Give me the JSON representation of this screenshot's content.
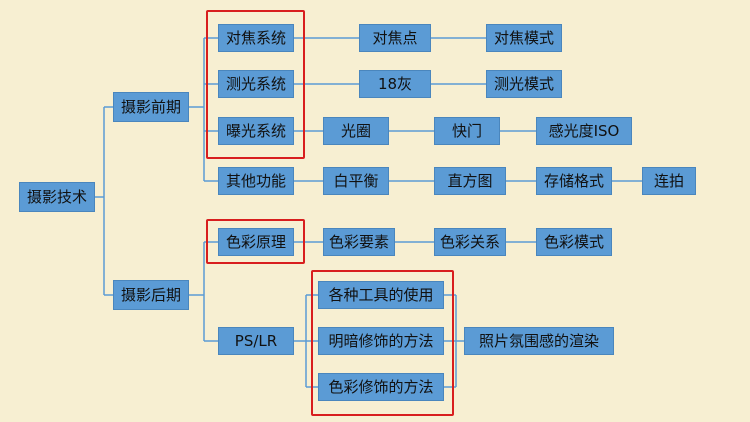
{
  "colors": {
    "background": "#f7efd2",
    "node": "#5b9bd5",
    "line": "#5b9bd5",
    "highlight": "#d81e1e"
  },
  "nodes": {
    "root": "摄影技术",
    "pre": "摄影前期",
    "post": "摄影后期",
    "focus_system": "对焦系统",
    "focus_point": "对焦点",
    "focus_mode": "对焦模式",
    "meter_system": "测光系统",
    "gray18": "18灰",
    "meter_mode": "测光模式",
    "exposure_system": "曝光系统",
    "aperture": "光圈",
    "shutter": "快门",
    "iso": "感光度ISO",
    "other_functions": "其他功能",
    "white_balance": "白平衡",
    "histogram": "直方图",
    "storage_format": "存储格式",
    "burst": "连拍",
    "color_principle": "色彩原理",
    "color_elements": "色彩要素",
    "color_relation": "色彩关系",
    "color_mode": "色彩模式",
    "ps_lr": "PS/LR",
    "tool_usage": "各种工具的使用",
    "light_dark_edit": "明暗修饰的方法",
    "color_edit": "色彩修饰的方法",
    "atmosphere_render": "照片氛围感的渲染"
  }
}
